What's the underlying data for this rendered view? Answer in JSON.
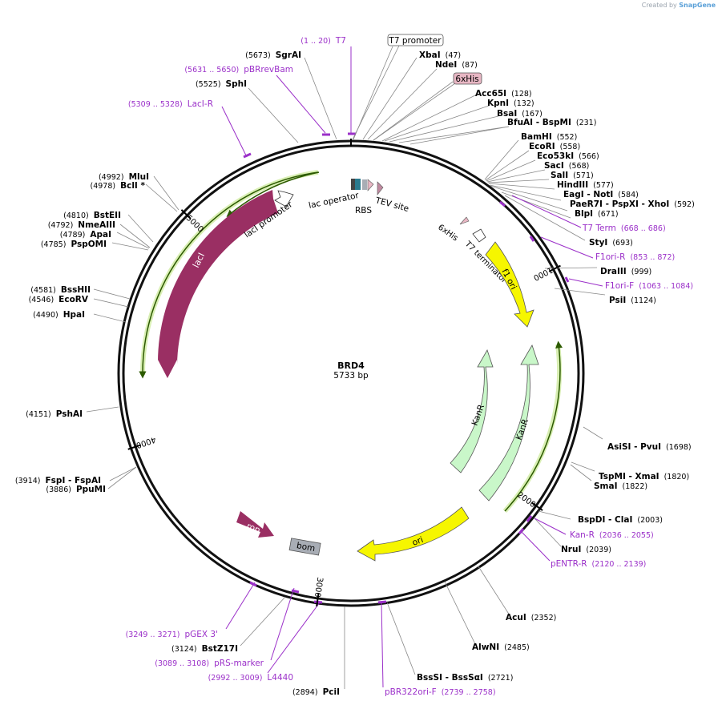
{
  "credit": {
    "prefix": "Created by",
    "brand": "SnapGene"
  },
  "plasmid": {
    "name": "BRD4",
    "size_label": "5733 bp",
    "length": 5733
  },
  "colors": {
    "backbone": "#111111",
    "primer": "#9b30c9",
    "lacI": "#9a2f63",
    "rop": "#9a2f63",
    "kanR": "#c9f7c9",
    "f1ori": "#f6f600",
    "ori": "#f6f600",
    "bom": "#a8adb5",
    "tag_his": "#e8b7c4",
    "orf_line": "#7fc241",
    "promoter": "#ffffff"
  },
  "tick_labels": [
    {
      "label": "1000",
      "pos": 1000
    },
    {
      "label": "2000",
      "pos": 2000
    },
    {
      "label": "3000",
      "pos": 3000
    },
    {
      "label": "4000",
      "pos": 4000
    },
    {
      "label": "5000",
      "pos": 5000
    }
  ],
  "sites": [
    {
      "name": "XbaI",
      "pos": "(47)",
      "bp": 47
    },
    {
      "name": "NdeI",
      "pos": "(87)",
      "bp": 87
    },
    {
      "name": "Acc65I",
      "pos": "(128)",
      "bp": 128
    },
    {
      "name": "KpnI",
      "pos": "(132)",
      "bp": 132
    },
    {
      "name": "BsaI",
      "pos": "(167)",
      "bp": 167
    },
    {
      "name": "BfuAI - BspMI",
      "pos": "(231)",
      "bp": 231
    },
    {
      "name": "BamHI",
      "pos": "(552)",
      "bp": 552
    },
    {
      "name": "EcoRI",
      "pos": "(558)",
      "bp": 558
    },
    {
      "name": "Eco53kI",
      "pos": "(566)",
      "bp": 566
    },
    {
      "name": "SacI",
      "pos": "(568)",
      "bp": 568
    },
    {
      "name": "SalI",
      "pos": "(571)",
      "bp": 571
    },
    {
      "name": "HindIII",
      "pos": "(577)",
      "bp": 577
    },
    {
      "name": "EagI - NotI",
      "pos": "(584)",
      "bp": 584
    },
    {
      "name": "PaeR7I - PspXI - XhoI",
      "pos": "(592)",
      "bp": 592
    },
    {
      "name": "BlpI",
      "pos": "(671)",
      "bp": 671
    },
    {
      "name": "StyI",
      "pos": "(693)",
      "bp": 693
    },
    {
      "name": "DraIII",
      "pos": "(999)",
      "bp": 999
    },
    {
      "name": "PsiI",
      "pos": "(1124)",
      "bp": 1124
    },
    {
      "name": "AsiSI - PvuI",
      "pos": "(1698)",
      "bp": 1698
    },
    {
      "name": "TspMI - XmaI",
      "pos": "(1820)",
      "bp": 1820
    },
    {
      "name": "SmaI",
      "pos": "(1822)",
      "bp": 1822
    },
    {
      "name": "BspDI - ClaI",
      "pos": "(2003)",
      "bp": 2003
    },
    {
      "name": "NruI",
      "pos": "(2039)",
      "bp": 2039
    },
    {
      "name": "AcuI",
      "pos": "(2352)",
      "bp": 2352
    },
    {
      "name": "AlwNI",
      "pos": "(2485)",
      "bp": 2485
    },
    {
      "name": "BssSI - BssSαI",
      "pos": "(2721)",
      "bp": 2721
    },
    {
      "name": "PciI",
      "pos": "(2894)",
      "bp": 2894
    },
    {
      "name": "BstZ17I",
      "pos": "(3124)",
      "bp": 3124
    },
    {
      "name": "FspI - FspAI",
      "pos": "(3914)",
      "bp": 3914
    },
    {
      "name": "PpuMI",
      "pos": "(3886)",
      "bp": 3886
    },
    {
      "name": "PshAI",
      "pos": "(4151)",
      "bp": 4151
    },
    {
      "name": "HpaI",
      "pos": "(4490)",
      "bp": 4490
    },
    {
      "name": "EcoRV",
      "pos": "(4546)",
      "bp": 4546
    },
    {
      "name": "BssHII",
      "pos": "(4581)",
      "bp": 4581
    },
    {
      "name": "PspOMI",
      "pos": "(4785)",
      "bp": 4785
    },
    {
      "name": "ApaI",
      "pos": "(4789)",
      "bp": 4789
    },
    {
      "name": "NmeAIII",
      "pos": "(4792)",
      "bp": 4792
    },
    {
      "name": "BstEII",
      "pos": "(4810)",
      "bp": 4810
    },
    {
      "name": "BclI *",
      "pos": "(4978)",
      "bp": 4978
    },
    {
      "name": "MluI",
      "pos": "(4992)",
      "bp": 4992
    },
    {
      "name": "SphI",
      "pos": "(5525)",
      "bp": 5525
    },
    {
      "name": "SgrAI",
      "pos": "(5673)",
      "bp": 5673
    }
  ],
  "primers": [
    {
      "name": "T7",
      "range": "(1 .. 20)"
    },
    {
      "name": "pBRrevBam",
      "range": "(5631 .. 5650)"
    },
    {
      "name": "LacI-R",
      "range": "(5309 .. 5328)"
    },
    {
      "name": "T7 Term",
      "range": "(668 .. 686)"
    },
    {
      "name": "F1ori-R",
      "range": "(853 .. 872)"
    },
    {
      "name": "F1ori-F",
      "range": "(1063 .. 1084)"
    },
    {
      "name": "Kan-R",
      "range": "(2036 .. 2055)"
    },
    {
      "name": "pENTR-R",
      "range": "(2120 .. 2139)"
    },
    {
      "name": "pBR322ori-F",
      "range": "(2739 .. 2758)"
    },
    {
      "name": "L4440",
      "range": "(2992 .. 3009)"
    },
    {
      "name": "pRS-marker",
      "range": "(3089 .. 3108)"
    },
    {
      "name": "pGEX 3'",
      "range": "(3249 .. 3271)"
    }
  ],
  "features": {
    "lacI": "lacI",
    "lacI_promoter": "lacI promoter",
    "lac_operator": "lac operator",
    "rbs": "RBS",
    "tev": "TEV site",
    "his_inner": "6xHis",
    "his_box": "6xHis",
    "t7_promoter": "T7 promoter",
    "t7_terminator": "T7 terminator",
    "f1ori": "f1 ori",
    "kanR1": "KanR",
    "kanR2": "KanR",
    "ori": "ori",
    "rop": "rop",
    "bom": "bom"
  }
}
